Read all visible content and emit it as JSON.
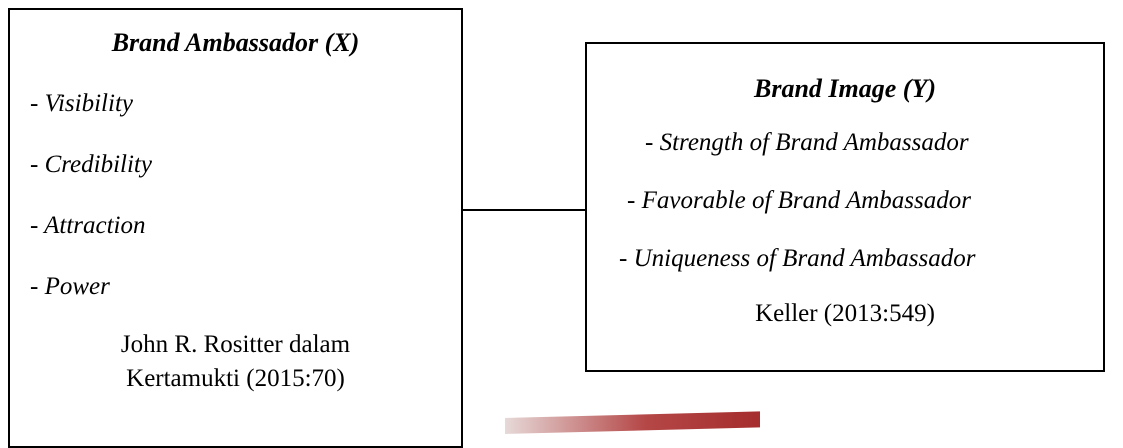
{
  "box_x": {
    "title": "Brand Ambassador (X)",
    "items": [
      "- Visibility",
      "- Credibility",
      "- Attraction",
      "- Power"
    ],
    "source_line1": "John R. Rositter dalam",
    "source_line2": "Kertamukti (2015:70)"
  },
  "box_y": {
    "title": "Brand Image (Y)",
    "items": [
      "-  Strength of Brand Ambassador",
      "-  Favorable of Brand Ambassador",
      "-  Uniqueness of Brand Ambassador"
    ],
    "source": "Keller (2013:549)"
  },
  "colors": {
    "stripe": "#a52d2d"
  }
}
